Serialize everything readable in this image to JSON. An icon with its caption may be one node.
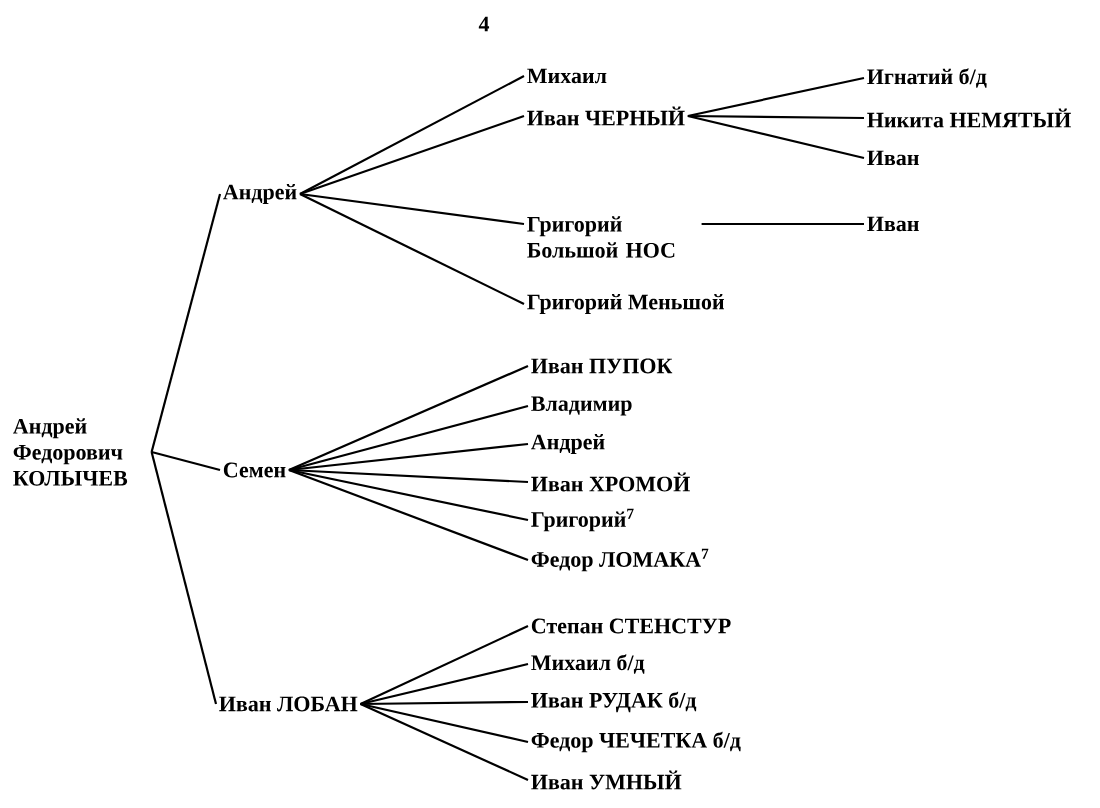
{
  "diagram": {
    "nodes": [
      {
        "text": [
          "Андрей Федорович КОЛЫЧЕВ"
        ]
      },
      {
        "text": [
          "Андрей"
        ]
      },
      {
        "text": [
          "Михаил"
        ]
      },
      {
        "text": [
          "Иван ЧЕРНЫЙ"
        ]
      },
      {
        "text": [
          "Игнатий б/д"
        ]
      },
      {
        "text": [
          "Никита НЕМЯТЫЙ"
        ]
      },
      {
        "text": [
          "Иван"
        ]
      },
      {
        "text": [
          "Григорий Большой НОС"
        ]
      },
      {
        "text": [
          "Иван"
        ]
      },
      {
        "text": [
          "Григорий Меньшой"
        ]
      },
      {
        "text": [
          "Семен"
        ]
      },
      {
        "text": [
          "Иван ПУПОК"
        ]
      },
      {
        "text": [
          "Владимир"
        ]
      },
      {
        "text": [
          "Андрей"
        ]
      },
      {
        "text": [
          "Иван ХРОМОЙ"
        ]
      },
      {
        "text": [
          "Григорий$^{7}$"
        ]
      },
      {
        "text": [
          "Федор ЛОМАКА$^{7}$"
        ]
      },
      {
        "text": [
          "Иван ЛОБАН"
        ]
      },
      {
        "text": [
          "Степан СТЕНСТУР"
        ]
      },
      {
        "text": [
          "Михаил б/д"
        ]
      },
      {
        "text": [
          "Иван РУДАК б/д"
        ]
      },
      {
        "text": [
          "Федор ЧЕЧЕТКА б/д"
        ]
      },
      {
        "text": [
          "Иван УМНЫЙ"
        ]
      }
    ],
    "edges": [
      {
        "from": 0,
        "to": 1,
        "arrow": "none"
      },
      {
        "from": 0,
        "to": 10,
        "arrow": "none"
      },
      {
        "from": 0,
        "to": 17,
        "arrow": "none"
      },
      {
        "from": 1,
        "to": 2,
        "arrow": "none"
      },
      {
        "from": 1,
        "to": 3,
        "arrow": "none"
      },
      {
        "from": 1,
        "to": 7,
        "arrow": "none"
      },
      {
        "from": 1,
        "to": 9,
        "arrow": "none"
      },
      {
        "from": 3,
        "to": 4,
        "arrow": "none"
      },
      {
        "from": 3,
        "to": 5,
        "arrow": "none"
      },
      {
        "from": 3,
        "to": 6,
        "arrow": "none"
      },
      {
        "from": 7,
        "to": 8,
        "arrow": "none"
      },
      {
        "from": 10,
        "to": 11,
        "arrow": "none"
      },
      {
        "from": 10,
        "to": 12,
        "arrow": "none"
      },
      {
        "from": 10,
        "to": 13,
        "arrow": "none"
      },
      {
        "from": 10,
        "to": 14,
        "arrow": "none"
      },
      {
        "from": 10,
        "to": 15,
        "arrow": "none"
      },
      {
        "from": 10,
        "to": 16,
        "arrow": "none"
      },
      {
        "from": 17,
        "to": 18,
        "arrow": "none"
      },
      {
        "from": 17,
        "to": 19,
        "arrow": "none"
      },
      {
        "from": 17,
        "to": 20,
        "arrow": "none"
      },
      {
        "from": 17,
        "to": 21,
        "arrow": "none"
      },
      {
        "from": 17,
        "to": 22,
        "arrow": "none"
      }
    ],
    "labels": [
      "4"
    ]
  }
}
